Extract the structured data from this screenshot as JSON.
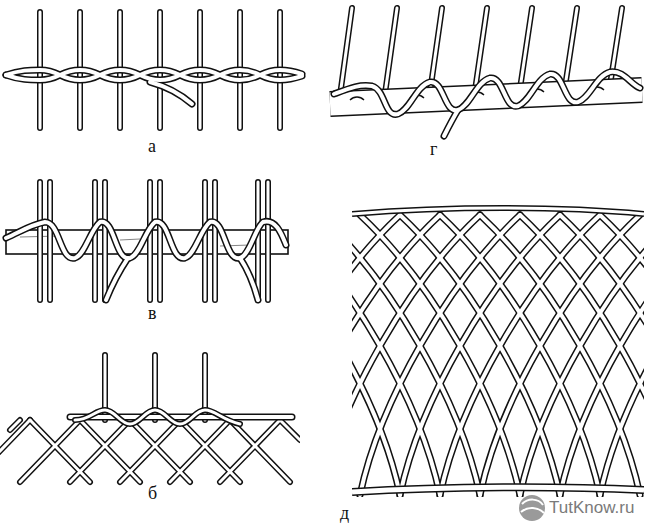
{
  "diagram": {
    "labels": [
      "а",
      "г",
      "в",
      "б",
      "д",
      "TutKnow.ru"
    ]
  }
}
